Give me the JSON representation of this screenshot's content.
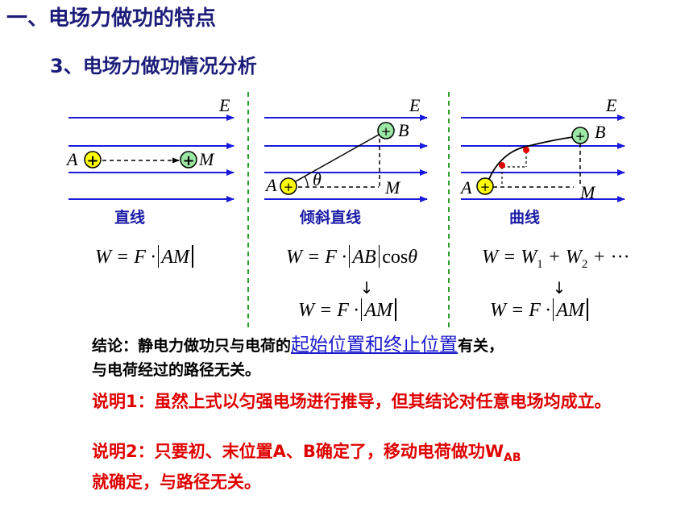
{
  "heading": "一、电场力做功的特点",
  "subheading": "3、电场力做功情况分析",
  "panels": [
    {
      "field_label": "E",
      "point_start": "A",
      "point_end": "M",
      "charge_symbol": "+",
      "caption": "直线",
      "formula": {
        "W": "W",
        "eq": "=",
        "F": "F",
        "dot": "·",
        "dist": "AM"
      }
    },
    {
      "field_label": "E",
      "point_start": "A",
      "point_end": "B",
      "point_foot": "M",
      "angle": "θ",
      "charge_symbol": "+",
      "caption": "倾斜直线",
      "formula": {
        "W": "W",
        "eq": "=",
        "F": "F",
        "dot": "·",
        "dist": "AB",
        "cos": "cos",
        "angle": "θ"
      },
      "formula2": {
        "W": "W",
        "eq": "=",
        "F": "F",
        "dot": "·",
        "dist": "AM"
      },
      "arrow": "↓"
    },
    {
      "field_label": "E",
      "point_start": "A",
      "point_end": "B",
      "point_foot": "M",
      "charge_symbol": "+",
      "caption": "曲线",
      "formula": {
        "W": "W",
        "eq": "=",
        "W1": "W",
        "s1": "1",
        "plus1": "+",
        "W2": "W",
        "s2": "2",
        "plus2": "+",
        "dots": "···"
      },
      "formula2": {
        "W": "W",
        "eq": "=",
        "F": "F",
        "dot": "·",
        "dist": "AM"
      },
      "arrow": "↓"
    }
  ],
  "conclusion": {
    "prefix": "结论：静电力做功只与电荷的",
    "highlight": "起始位置和终止位置",
    "suffix": "有关，",
    "line2": "与电荷经过的路径无关。"
  },
  "notes": [
    {
      "text": "说明1：虽然上式以匀强电场进行推导，但其结论对任意电场均成立。"
    },
    {
      "text": "说明2：只要初、末位置A、B确定了，移动电荷做功W",
      "sub": "AB",
      "tail": "就确定，与路径无关。"
    }
  ],
  "colors": {
    "heading": "#1c1c7a",
    "field_lines": "#1a1add",
    "charge_fill_1": "#ffff00",
    "charge_fill_2": "#9be8a4",
    "note": "#e00000",
    "point": "#e00000"
  }
}
